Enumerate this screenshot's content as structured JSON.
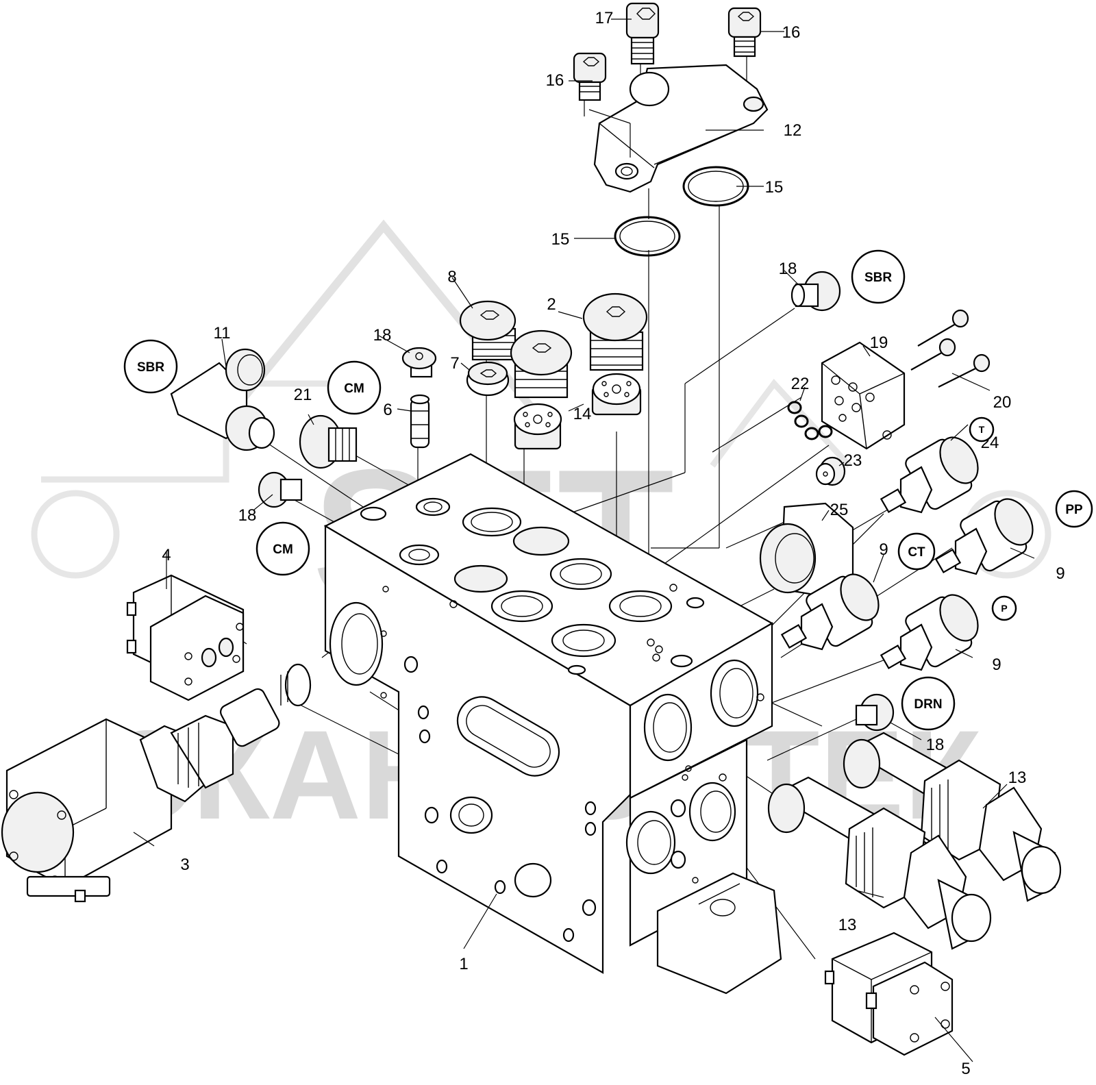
{
  "diagram": {
    "watermark": {
      "top": "SFT",
      "bottom": "СКАНФОРТЕК",
      "color": "#d9d9d9"
    },
    "part_labels": [
      {
        "id": "p1",
        "text": "1"
      },
      {
        "id": "p2",
        "text": "2"
      },
      {
        "id": "p3",
        "text": "3"
      },
      {
        "id": "p4",
        "text": "4"
      },
      {
        "id": "p5",
        "text": "5"
      },
      {
        "id": "p6",
        "text": "6"
      },
      {
        "id": "p7",
        "text": "7"
      },
      {
        "id": "p8",
        "text": "8"
      },
      {
        "id": "p9a",
        "text": "9"
      },
      {
        "id": "p9b",
        "text": "9"
      },
      {
        "id": "p9c",
        "text": "9"
      },
      {
        "id": "p11",
        "text": "11"
      },
      {
        "id": "p12",
        "text": "12"
      },
      {
        "id": "p13a",
        "text": "13"
      },
      {
        "id": "p13b",
        "text": "13"
      },
      {
        "id": "p14",
        "text": "14"
      },
      {
        "id": "p15a",
        "text": "15"
      },
      {
        "id": "p15b",
        "text": "15"
      },
      {
        "id": "p16a",
        "text": "16"
      },
      {
        "id": "p16b",
        "text": "16"
      },
      {
        "id": "p17",
        "text": "17"
      },
      {
        "id": "p18a",
        "text": "18"
      },
      {
        "id": "p18b",
        "text": "18"
      },
      {
        "id": "p18c",
        "text": "18"
      },
      {
        "id": "p18d",
        "text": "18"
      },
      {
        "id": "p19",
        "text": "19"
      },
      {
        "id": "p20",
        "text": "20"
      },
      {
        "id": "p21",
        "text": "21"
      },
      {
        "id": "p22",
        "text": "22"
      },
      {
        "id": "p23",
        "text": "23"
      },
      {
        "id": "p24",
        "text": "24"
      },
      {
        "id": "p25",
        "text": "25"
      }
    ],
    "port_labels": [
      {
        "id": "sbr-left",
        "text": "SBR"
      },
      {
        "id": "sbr-right",
        "text": "SBR"
      },
      {
        "id": "cm-upper",
        "text": "CM"
      },
      {
        "id": "cm-lower",
        "text": "CM"
      },
      {
        "id": "t",
        "text": "T"
      },
      {
        "id": "pp",
        "text": "PP"
      },
      {
        "id": "ct",
        "text": "CT"
      },
      {
        "id": "p",
        "text": "P"
      },
      {
        "id": "drn",
        "text": "DRN"
      }
    ]
  }
}
